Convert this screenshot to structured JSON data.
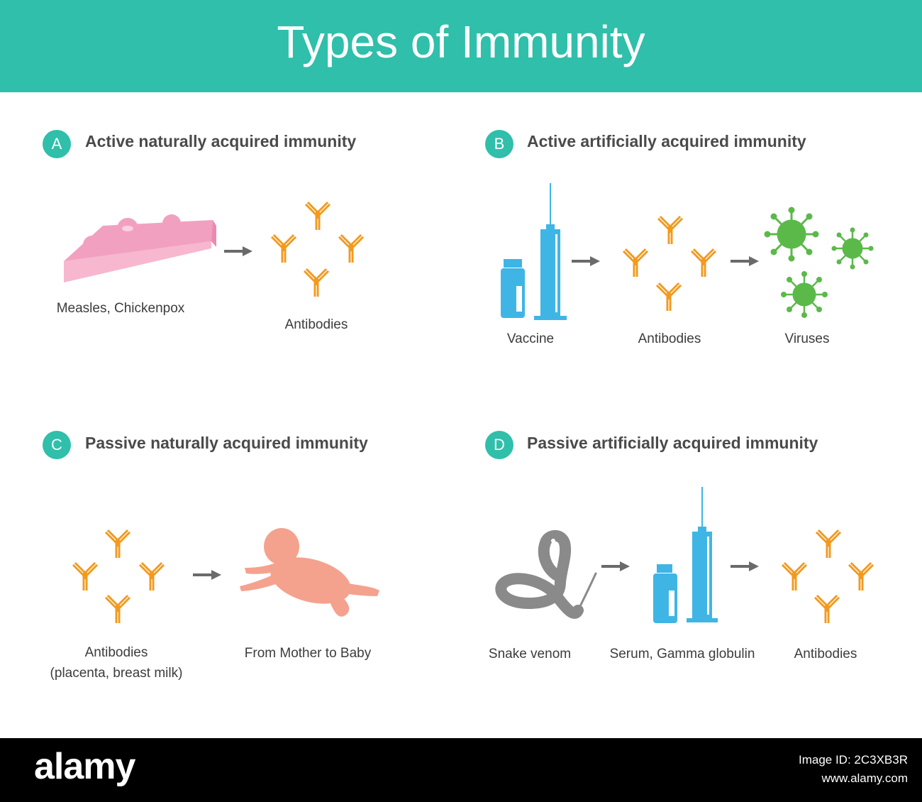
{
  "title": "Types of Immunity",
  "colors": {
    "teal": "#2fbfaa",
    "antibody": "#f29a1f",
    "syringe": "#3fb5e6",
    "virus": "#5bb94a",
    "pink": "#f2a0c0",
    "snake": "#8a8a8a"
  },
  "sections": [
    {
      "letter": "A",
      "heading": "Active naturally acquired immunity",
      "captions": [
        "Measles, Chickenpox",
        "Antibodies"
      ]
    },
    {
      "letter": "B",
      "heading": "Active artificially acquired immunity",
      "captions": [
        "Vaccine",
        "Antibodies",
        "Viruses"
      ]
    },
    {
      "letter": "C",
      "heading": "Passive naturally acquired immunity",
      "captions": [
        "Antibodies",
        "(placenta, breast milk)",
        "From Mother to Baby"
      ]
    },
    {
      "letter": "D",
      "heading": "Passive artificially acquired immunity",
      "captions": [
        "Snake venom",
        "Serum, Gamma globulin",
        "Antibodies"
      ]
    }
  ],
  "footer": {
    "logo": "alamy",
    "image_id": "Image ID: 2C3XB3R",
    "url": "www.alamy.com"
  }
}
